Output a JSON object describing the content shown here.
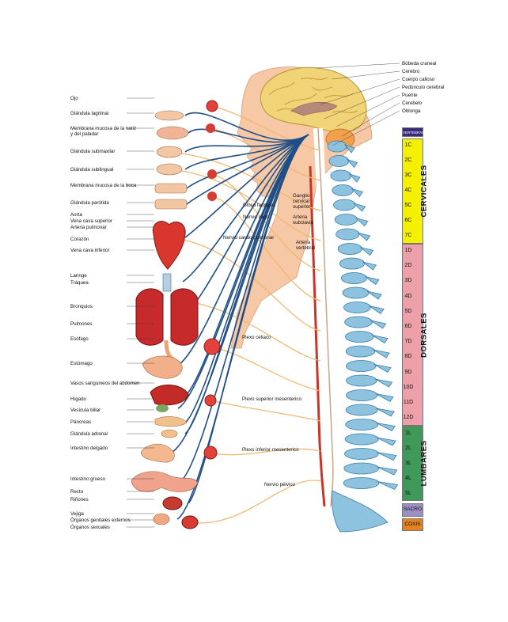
{
  "left_labels": {
    "ojo": "Ojo",
    "lagrimal": "Glándula lagrimal",
    "mucosa_nariz_1": "Membrana mucosa de la nariz",
    "mucosa_nariz_2": "y del paladar",
    "submaxilar": "Glándula submaxilar",
    "sublingual": "Glándula sublingual",
    "mucosa_boca": "Membrana mucosa de la boca",
    "parotida": "Glándula parótida",
    "aorta": "Aorta",
    "vena_cava_sup": "Vena cava superior",
    "arteria_pulmonar": "Arteria pulmonar",
    "corazon": "Corazón",
    "vena_cava_inf": "Vena cava inferior",
    "laringe": "Laringe",
    "traquea": "Tráquea",
    "bronquios": "Bronquios",
    "pulmones": "Pulmones",
    "esofago": "Esófago",
    "estomago": "Estómago",
    "vasos_abdomen": "Vasos sanguineos del abdomen",
    "higado": "Hígado",
    "vesicula": "Vesícula biliar",
    "pancreas": "Páncreas",
    "adrenal": "Glándula adrenal",
    "intestino_delgado": "Intestino delgado",
    "intestino_grueso": "Intestino grueso",
    "recto": "Recto",
    "rinones": "Riñones",
    "vejiga": "Vejiga",
    "genitales_ext": "Órganos genitales externos",
    "sexuales": "Órganos sexuales"
  },
  "brain_labels": {
    "boveda": "Bóbeda craneal",
    "cerebro": "Cerebro",
    "calloso": "Cuerpo calloso",
    "peduncular": "Pedúnculo cerebral",
    "puente": "Puente",
    "cerebelo": "Cerebelo",
    "oblonga": "Oblonga"
  },
  "center_labels": {
    "gloso": "Gloso faringeo",
    "vago": "Nervio vago",
    "cardio": "Nervio cardio-pulmonar",
    "ganglio_1": "Ganglio",
    "ganglio_2": "cervical",
    "ganglio_3": "superior",
    "subclavia_1": "Arteria",
    "subclavia_2": "subclavia",
    "vertebral_1": "Arteria",
    "vertebral_2": "vertebral",
    "celiaco": "Plexo celiaco",
    "sup_mes": "Plexo superior mesenterico",
    "inf_mes": "Plexo inferior mesenterico",
    "pelvico": "Nervio pélvico"
  },
  "vertebrae": {
    "header": "VERTEBRAS",
    "cervical": {
      "label": "CERVICALES",
      "color": "#f4f000",
      "items": [
        "1C",
        "2C",
        "3C",
        "4C",
        "5C",
        "6C",
        "7C"
      ]
    },
    "dorsal": {
      "label": "DORSALES",
      "color": "#eda0aa",
      "items": [
        "1D",
        "2D",
        "3D",
        "4D",
        "5D",
        "6D",
        "7D",
        "8D",
        "9D",
        "10D",
        "11D",
        "12D"
      ]
    },
    "lumbar": {
      "label": "LUMBARES",
      "color": "#3f9a59",
      "items": [
        "1L",
        "2L",
        "3L",
        "4L",
        "5L"
      ]
    },
    "sacro": {
      "label": "SACRO",
      "color": "#9b8fc6"
    },
    "coxis": {
      "label": "COXIS",
      "color": "#e8801c"
    },
    "header_color": "#3a2a7a"
  }
}
